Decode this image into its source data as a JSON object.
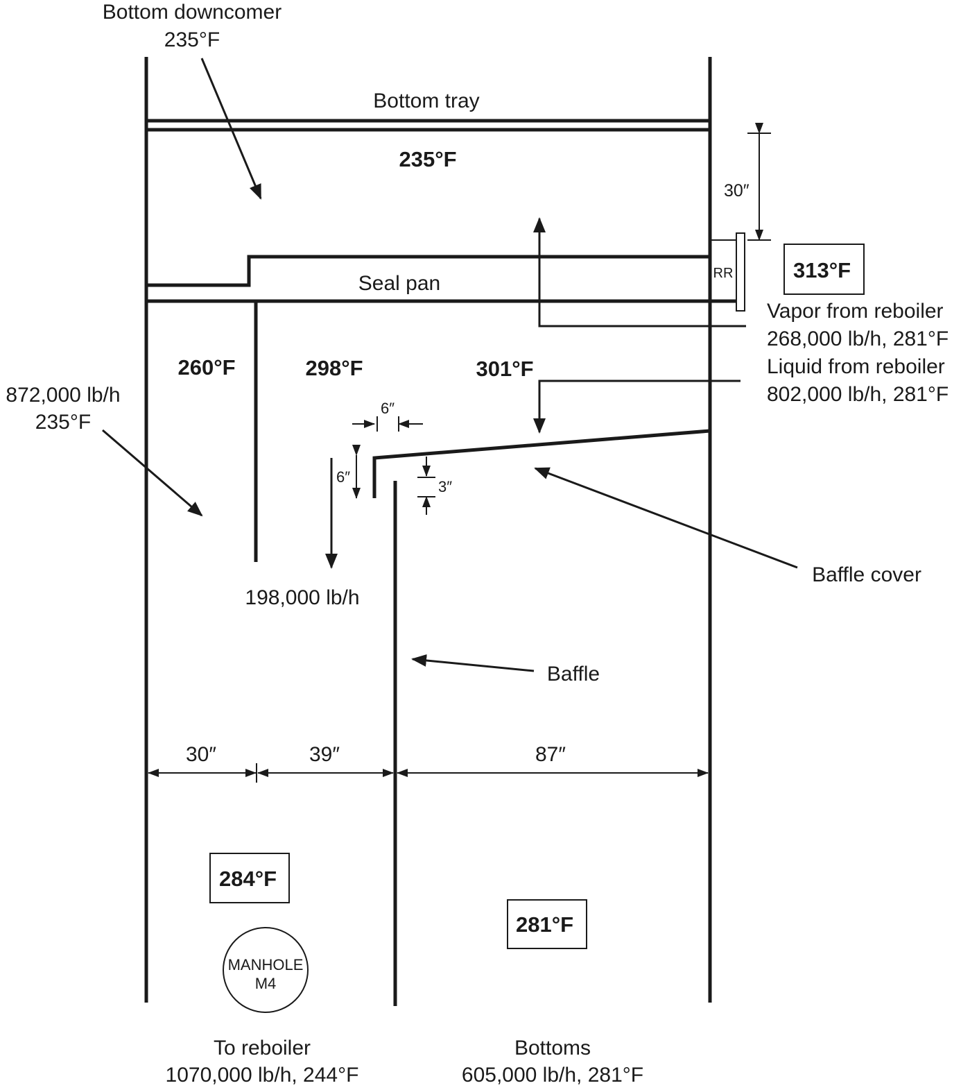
{
  "labels": {
    "bottom_downcomer": "Bottom downcomer",
    "bottom_downcomer_temp": "235°F",
    "bottom_tray": "Bottom tray",
    "tray_space_temp": "235°F",
    "dim_30_vert": "30″",
    "rr": "RR",
    "temp_313": "313°F",
    "seal_pan": "Seal pan",
    "vapor_title": "Vapor from reboiler",
    "vapor_detail": "268,000 lb/h, 281°F",
    "liquid_title": "Liquid from reboiler",
    "liquid_detail": "802,000 lb/h, 281°F",
    "temp_260": "260°F",
    "temp_298": "298°F",
    "temp_301": "301°F",
    "feed_flow": "872,000 lb/h",
    "feed_temp": "235°F",
    "dim_6_horiz": "6″",
    "dim_6_vert": "6″",
    "dim_3": "3″",
    "flow_198": "198,000 lb/h",
    "baffle_cover": "Baffle cover",
    "baffle": "Baffle",
    "dim_30": "30″",
    "dim_39": "39″",
    "dim_87": "87″",
    "temp_284": "284°F",
    "temp_281": "281°F",
    "manhole_line1": "MANHOLE",
    "manhole_line2": "M4",
    "to_reboiler_title": "To reboiler",
    "to_reboiler_detail": "1070,000 lb/h, 244°F",
    "bottoms_title": "Bottoms",
    "bottoms_detail": "605,000 lb/h, 281°F"
  }
}
